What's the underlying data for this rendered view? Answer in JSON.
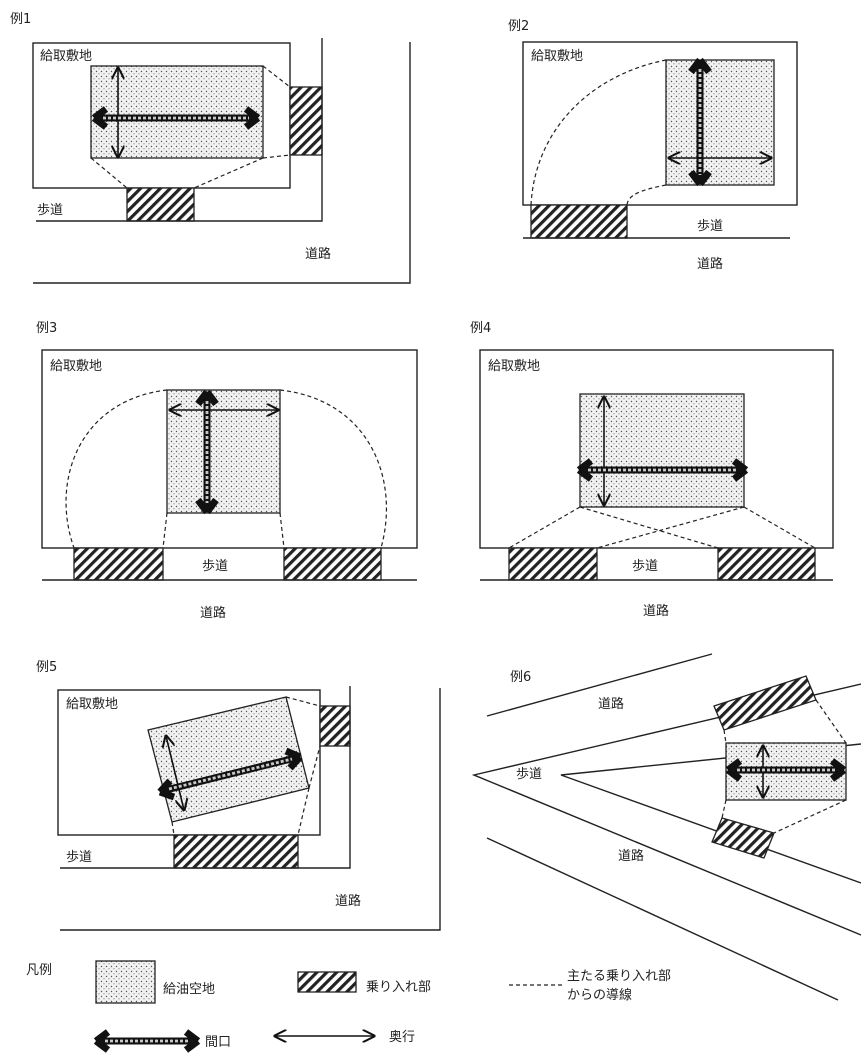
{
  "examples": [
    {
      "title": "例1",
      "labels": {
        "site": "給取敷地",
        "sidewalk": "歩道",
        "road": "道路"
      }
    },
    {
      "title": "例2",
      "labels": {
        "site": "給取敷地",
        "sidewalk": "歩道",
        "road": "道路"
      }
    },
    {
      "title": "例3",
      "labels": {
        "site": "給取敷地",
        "sidewalk": "歩道",
        "road": "道路"
      }
    },
    {
      "title": "例4",
      "labels": {
        "site": "給取敷地",
        "sidewalk": "歩道",
        "road": "道路"
      }
    },
    {
      "title": "例5",
      "labels": {
        "site": "給取敷地",
        "sidewalk": "歩道",
        "road": "道路"
      }
    },
    {
      "title": "例6",
      "labels": {
        "road_top": "道路",
        "sidewalk": "歩道",
        "road_bottom": "道路"
      }
    }
  ],
  "legend": {
    "title": "凡例",
    "refuel_area": "給油空地",
    "entrance": "乗り入れ部",
    "route_line1": "主たる乗り入れ部",
    "route_line2": "からの導線",
    "frontage": "間口",
    "depth": "奥行"
  }
}
